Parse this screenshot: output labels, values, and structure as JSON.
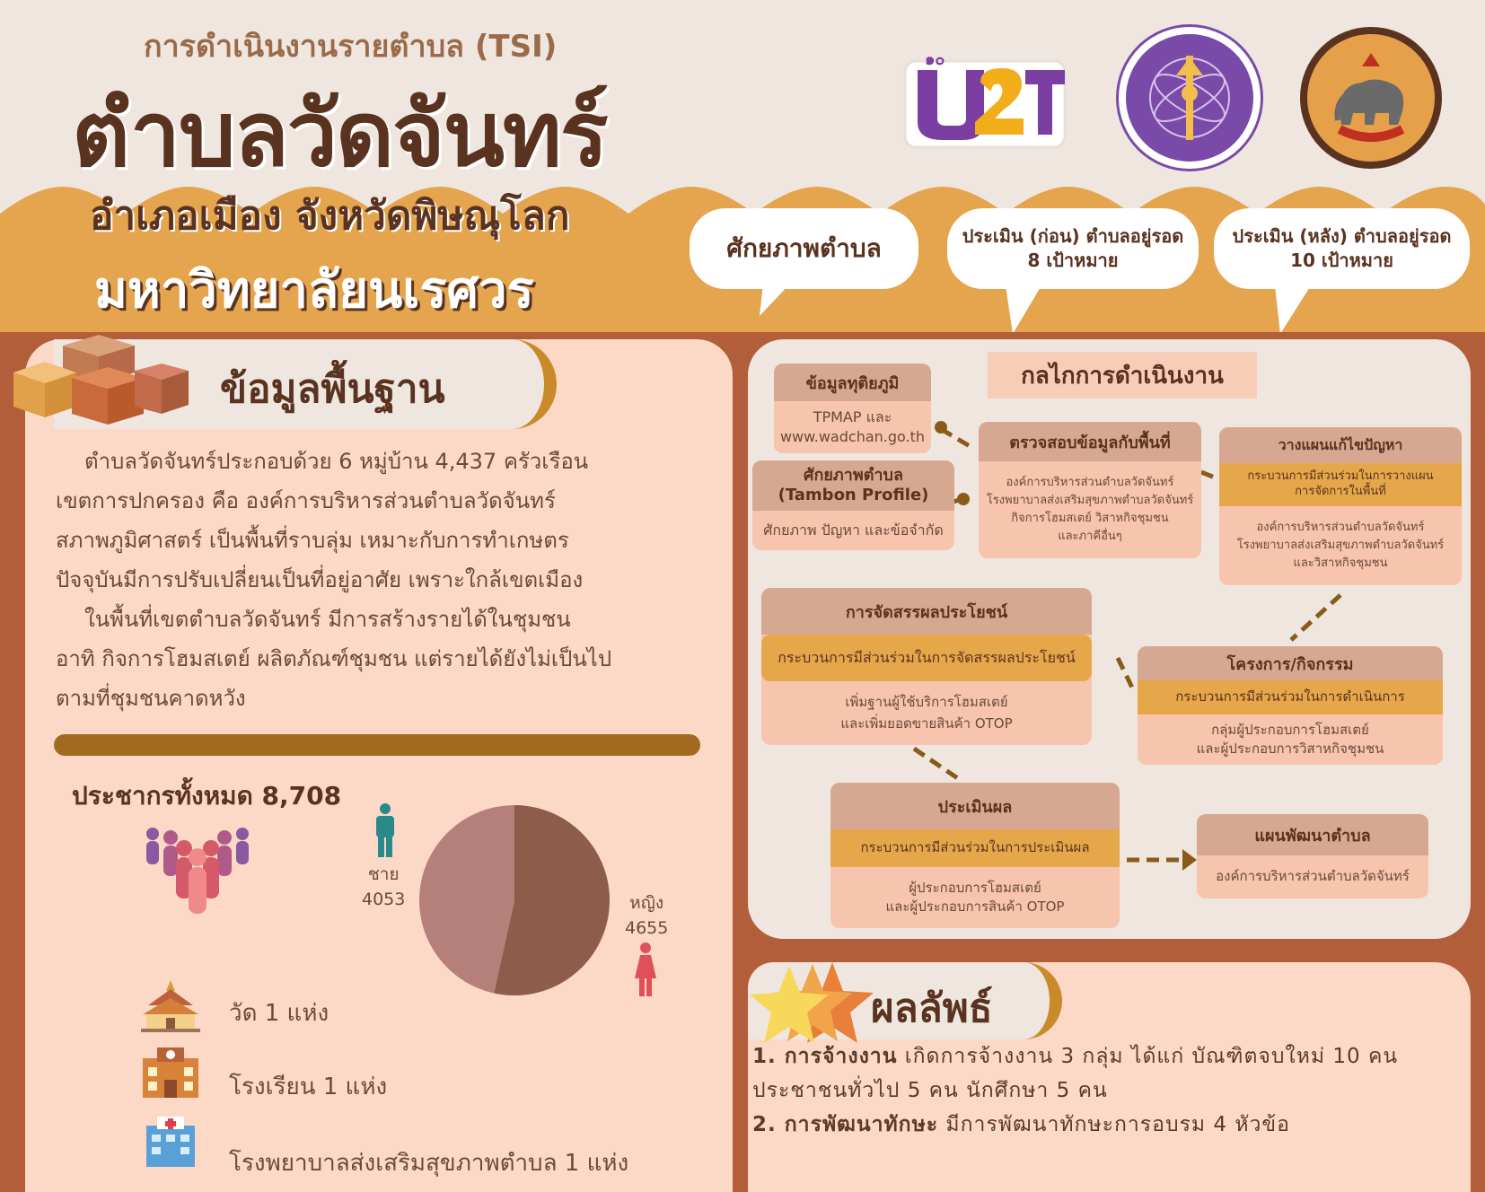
{
  "header": {
    "subtitle": "การดำเนินงานรายตำบล (TSI)",
    "title": "ตำบลวัดจันทร์",
    "district": "อำเภอเมือง จังหวัดพิษณุโลก",
    "university": "มหาวิทยาลัยนเรศวร"
  },
  "bubbles": {
    "potential": "ศักยภาพตำบล",
    "before_l1": "ประเมิน (ก่อน) ตำบลอยู่รอด",
    "before_l2": "8 เป้าหมาย",
    "after_l1": "ประเมิน (หลัง) ตำบลอยู่รอด",
    "after_l2": "10 เป้าหมาย"
  },
  "basic": {
    "heading": "ข้อมูลพื้นฐาน",
    "lines": [
      "ตำบลวัดจันทร์ประกอบด้วย 6 หมู่บ้าน 4,437 ครัวเรือน",
      "เขตการปกครอง คือ องค์การบริหารส่วนตำบลวัดจันทร์",
      "สภาพภูมิศาสตร์ เป็นพื้นที่ราบลุ่ม เหมาะกับการทำเกษตร",
      "ปัจจุบันมีการปรับเปลี่ยนเป็นที่อยู่อาศัย  เพราะใกล้เขตเมือง",
      "ในพื้นที่เขตตำบลวัดจันทร์ มีการสร้างรายได้ในชุมชน",
      "อาทิ กิจการโฮมสเตย์ ผลิตภัณฑ์ชุมชน แต่รายได้ยังไม่เป็นไป",
      "ตามที่ชุมชนคาดหวัง"
    ],
    "population_label": "ประชากรทั้งหมด 8,708",
    "male_label": "ชาย",
    "male_value": "4053",
    "female_label": "หญิง",
    "female_value": "4655",
    "facilities": [
      {
        "label": "วัด 1 แห่ง",
        "icon": "temple-icon"
      },
      {
        "label": "โรงเรียน 1 แห่ง",
        "icon": "school-icon"
      },
      {
        "label": "โรงพยาบาลส่งเสริมสุขภาพตำบล 1 แห่ง",
        "icon": "hospital-icon"
      }
    ]
  },
  "chart_data": {
    "type": "pie",
    "categories": [
      "ชาย",
      "หญิง"
    ],
    "values": [
      4053,
      4655
    ],
    "colors": [
      "#b6807a",
      "#8d5c4a"
    ]
  },
  "mechanism": {
    "title": "กลไกการดำเนินงาน",
    "secondary": {
      "head": "ข้อมูลทุติยภูมิ",
      "body1": "TPMAP และ",
      "body2": "www.wadchan.go.th"
    },
    "profile": {
      "head1": "ศักยภาพตำบล",
      "head2": "(Tambon Profile)",
      "body": "ศักยภาพ  ปัญหา  และข้อจำกัด"
    },
    "verify": {
      "head": "ตรวจสอบข้อมูลกับพื้นที่",
      "b1": "องค์การบริหารส่วนตำบลวัดจันทร์",
      "b2": "โรงพยาบาลส่งเสริมสุขภาพตำบลวัดจันทร์",
      "b3": "กิจการโฮมสเตย์ วิสาหกิจชุมชน",
      "b4": "และภาคีอื่นๆ"
    },
    "plan": {
      "head": "วางแผนแก้ไขปัญหา",
      "y1": "กระบวนการมีส่วนร่วมในการวางแผน",
      "y2": "การจัดการในพื้นที่",
      "b1": "องค์การบริหารส่วนตำบลวัดจันทร์",
      "b2": "โรงพยาบาลส่งเสริมสุขภาพตำบลวัดจันทร์",
      "b3": "และวิสาหกิจชุมชน"
    },
    "benefit": {
      "head": "การจัดสรรผลประโยชน์",
      "y": "กระบวนการมีส่วนร่วมในการจัดสรรผลประโยชน์",
      "b1": "เพิ่มฐานผู้ใช้บริการโฮมสเตย์",
      "b2": "และเพิ่มยอดขายสินค้า OTOP"
    },
    "project": {
      "head": "โครงการ/กิจกรรม",
      "y": "กระบวนการมีส่วนร่วมในการดำเนินการ",
      "b1": "กลุ่มผู้ประกอบการโฮมสเตย์",
      "b2": "และผู้ประกอบการวิสาหกิจชุมชน"
    },
    "evaluate": {
      "head": "ประเมินผล",
      "y": "กระบวนการมีส่วนร่วมในการประเมินผล",
      "b1": "ผู้ประกอบการโฮมสเตย์",
      "b2": "และผู้ประกอบการสินค้า OTOP"
    },
    "devplan": {
      "head": "แผนพัฒนาตำบล",
      "body": "องค์การบริหารส่วนตำบลวัดจันทร์"
    }
  },
  "results": {
    "heading": "ผลลัพธ์",
    "r1_bold": "1. การจ้างงาน",
    "r1_text": " เกิดการจ้างงาน 3 กลุ่ม ได้แก่ บัณฑิตจบใหม่ 10 คน",
    "r1_cont": "ประชาชนทั่วไป 5 คน นักศึกษา 5 คน",
    "r2_bold": "2. การพัฒนาทักษะ",
    "r2_text": " มีการพัฒนาทักษะการอบรม 4 หัวข้อ"
  },
  "colors": {
    "accent_orange": "#e5a44e",
    "brown": "#5a3320",
    "frame": "#b35e3a",
    "panel_pink": "#fbd9c6"
  }
}
